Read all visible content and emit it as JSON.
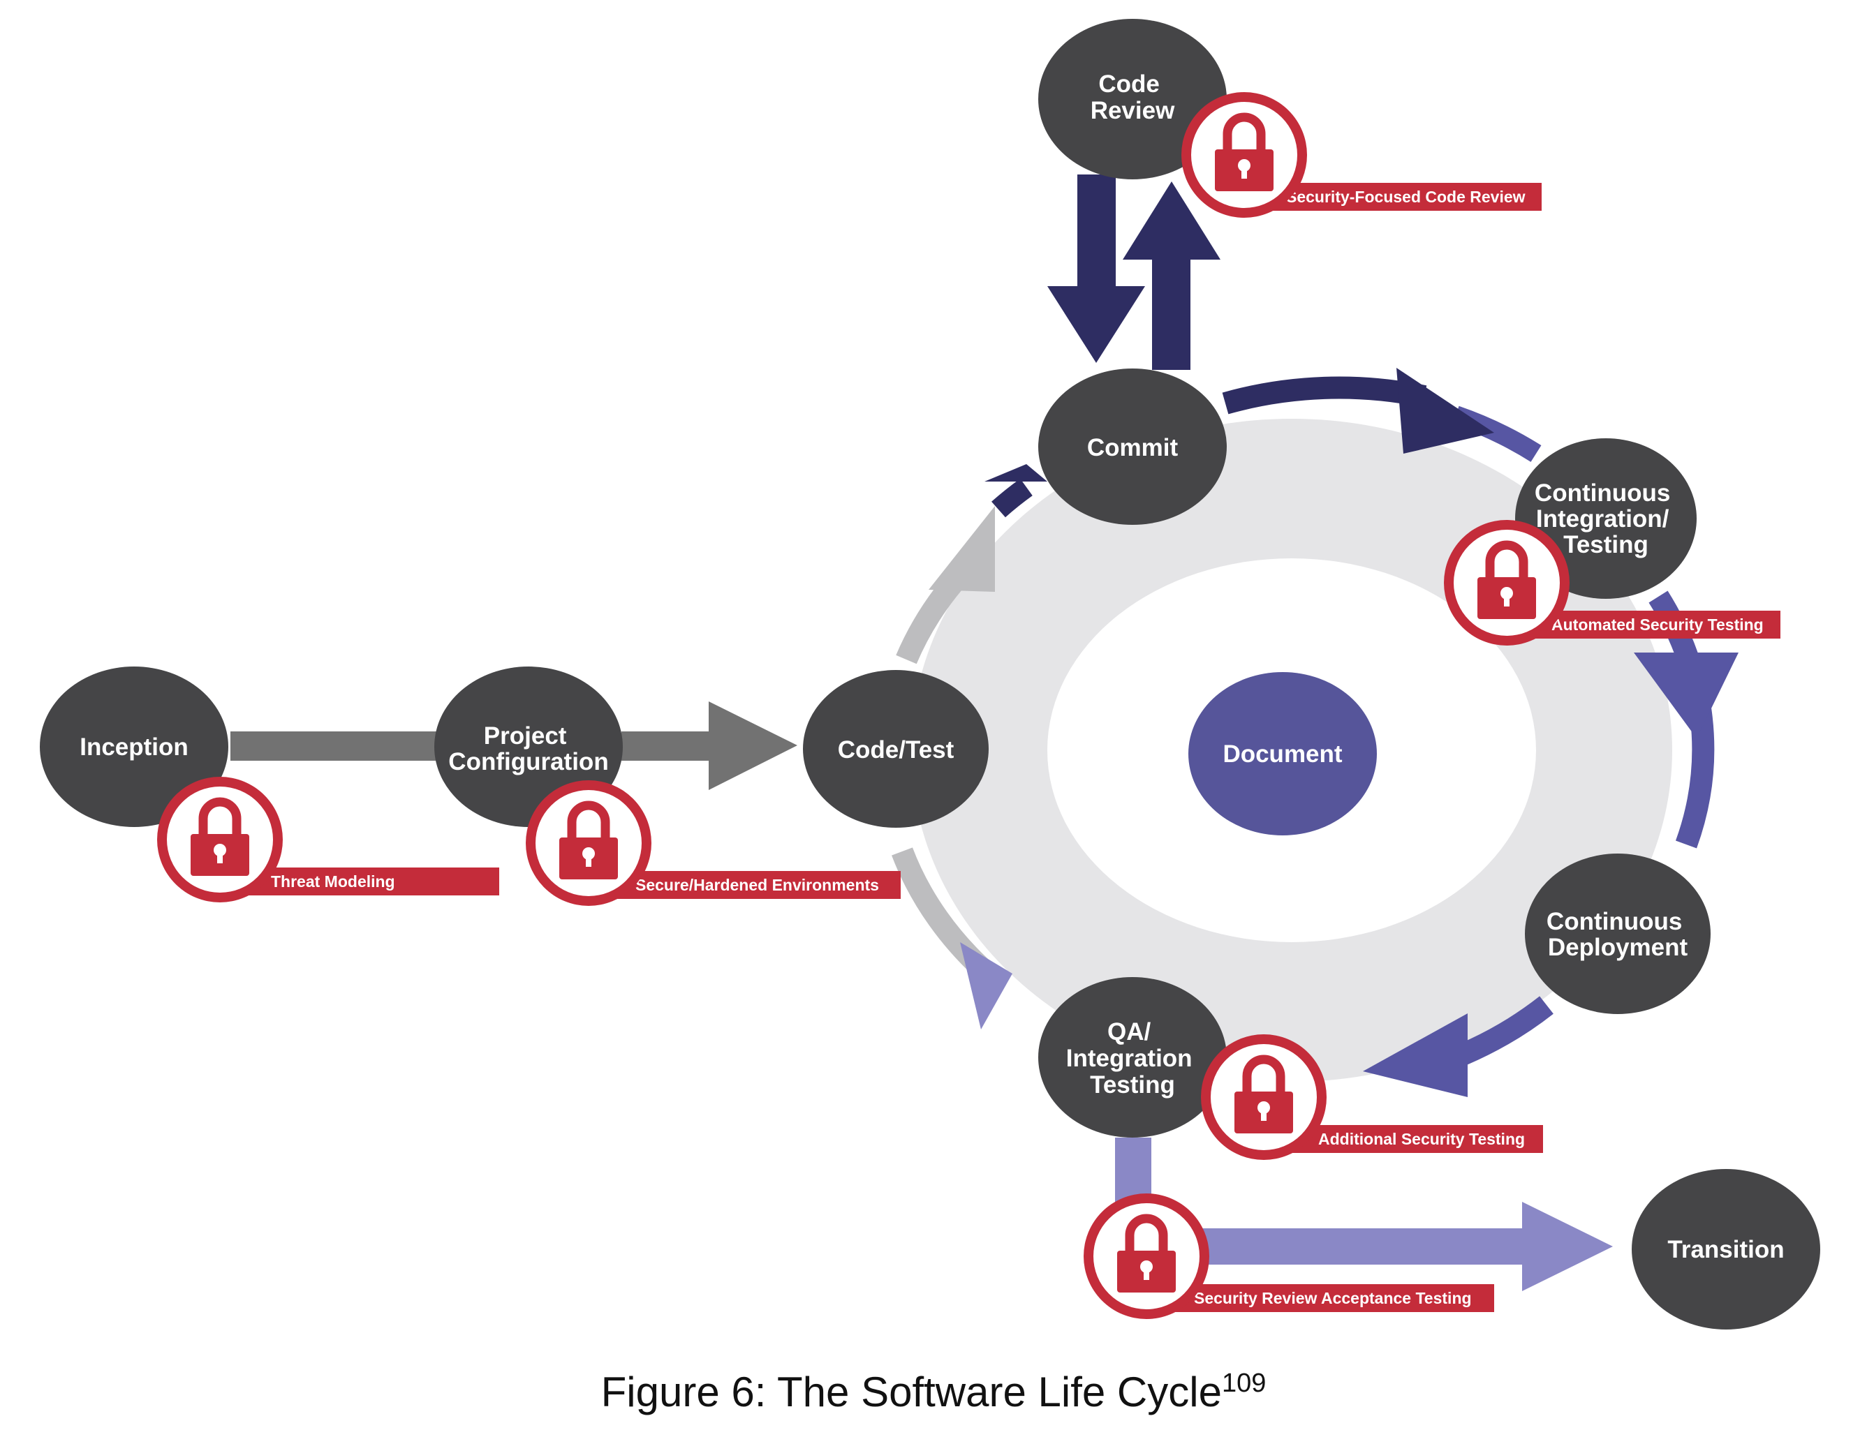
{
  "nodes": {
    "code_review": [
      "Code",
      "Review"
    ],
    "commit": [
      "Commit"
    ],
    "ci_testing": [
      "Continuous",
      "Integration/",
      "Testing"
    ],
    "inception": [
      "Inception"
    ],
    "project_configuration": [
      "Project",
      "Configuration"
    ],
    "code_test": [
      "Code/Test"
    ],
    "document": [
      "Document"
    ],
    "continuous_deployment": [
      "Continuous",
      "Deployment"
    ],
    "qa_testing": [
      "QA/",
      "Integration",
      "Testing"
    ],
    "transition": [
      "Transition"
    ]
  },
  "security_badges": {
    "code_review": "Security-Focused Code Review",
    "ci_testing": "Automated Security Testing",
    "inception": "Threat Modeling",
    "project_configuration": "Secure/Hardened Environments",
    "qa_testing": "Additional Security Testing",
    "transition": "Security Review Acceptance Testing"
  },
  "caption": {
    "text": "Figure 6: The Software Life Cycle",
    "footnote": "109"
  },
  "colors": {
    "node": "#454547",
    "document": "#56559a",
    "cycle_ring": "#e5e5e7",
    "arrow_dark_navy": "#2e2d62",
    "arrow_purple": "#5756a3",
    "arrow_lavender": "#8a88c6",
    "arrow_gray": "#727272",
    "arrow_light_gray": "#bdbdbf",
    "security_red": "#c42c3a"
  },
  "icons": {
    "security": "padlock-icon"
  }
}
